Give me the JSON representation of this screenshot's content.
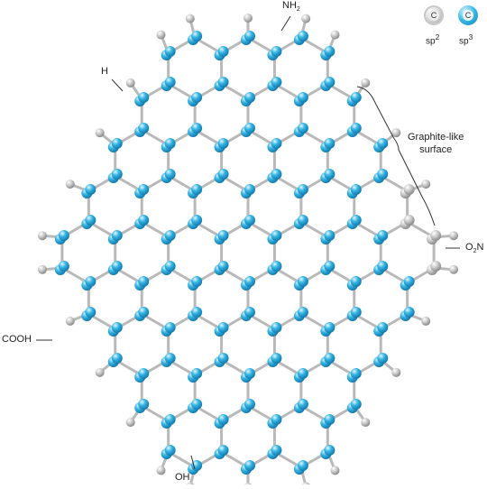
{
  "labels": {
    "nh2": "NH",
    "nh2_sub": "2",
    "h": "H",
    "graphite_line1": "Graphite-like",
    "graphite_line2": "surface",
    "o2n_pre": "O",
    "o2n_sub": "2",
    "o2n_post": "N",
    "cooh": "COOH",
    "oh": "OH"
  },
  "legend": {
    "sp2": {
      "symbol": "C",
      "label": "sp",
      "sup": "2",
      "color": "#bdbdbd"
    },
    "sp3": {
      "symbol": "C",
      "label": "sp",
      "sup": "3",
      "color": "#2cb3e3"
    }
  },
  "colors": {
    "bond": "#b9b9b9",
    "sp2_atom": "#c4c4c4",
    "sp3_atom": "#33b6e5"
  }
}
